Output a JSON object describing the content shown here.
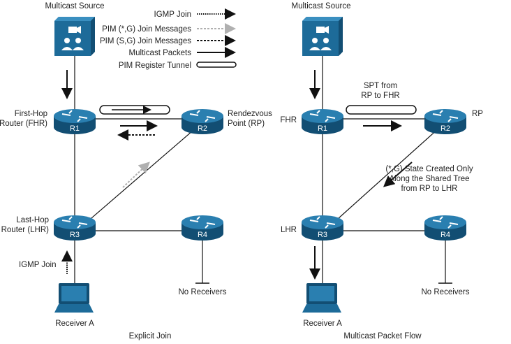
{
  "colors": {
    "router": "#1d6b99",
    "router_dark": "#124e73",
    "legend_gray": "#b0b0b0"
  },
  "legend": {
    "igmp_join": "IGMP Join",
    "pim_star_g": "PIM  (*,G) Join Messages",
    "pim_s_g": "PIM  (S,G) Join Messages",
    "multicast_packets": "Multicast Packets",
    "register_tunnel": "PIM Register Tunnel"
  },
  "left": {
    "source": "Multicast Source",
    "fhr_label": [
      "First-Hop",
      "Router (FHR)"
    ],
    "rp_label": [
      "Rendezvous",
      "Point (RP)"
    ],
    "lhr_label": [
      "Last-Hop",
      "Router (LHR)"
    ],
    "igmp": "IGMP Join",
    "no_receivers": "No Receivers",
    "receiver": "Receiver A",
    "caption": "Explicit Join",
    "routers": [
      "R1",
      "R2",
      "R3",
      "R4"
    ]
  },
  "right": {
    "source": "Multicast Source",
    "spt_label": [
      "SPT from",
      "RP to FHR"
    ],
    "fhr": "FHR",
    "rp": "RP",
    "lhr": "LHR",
    "state_note": [
      "(*,G) State Created Only",
      "Along the Shared Tree",
      "from RP to LHR"
    ],
    "no_receivers": "No Receivers",
    "receiver": "Receiver A",
    "caption": "Multicast Packet Flow",
    "routers": [
      "R1",
      "R2",
      "R3",
      "R4"
    ]
  }
}
